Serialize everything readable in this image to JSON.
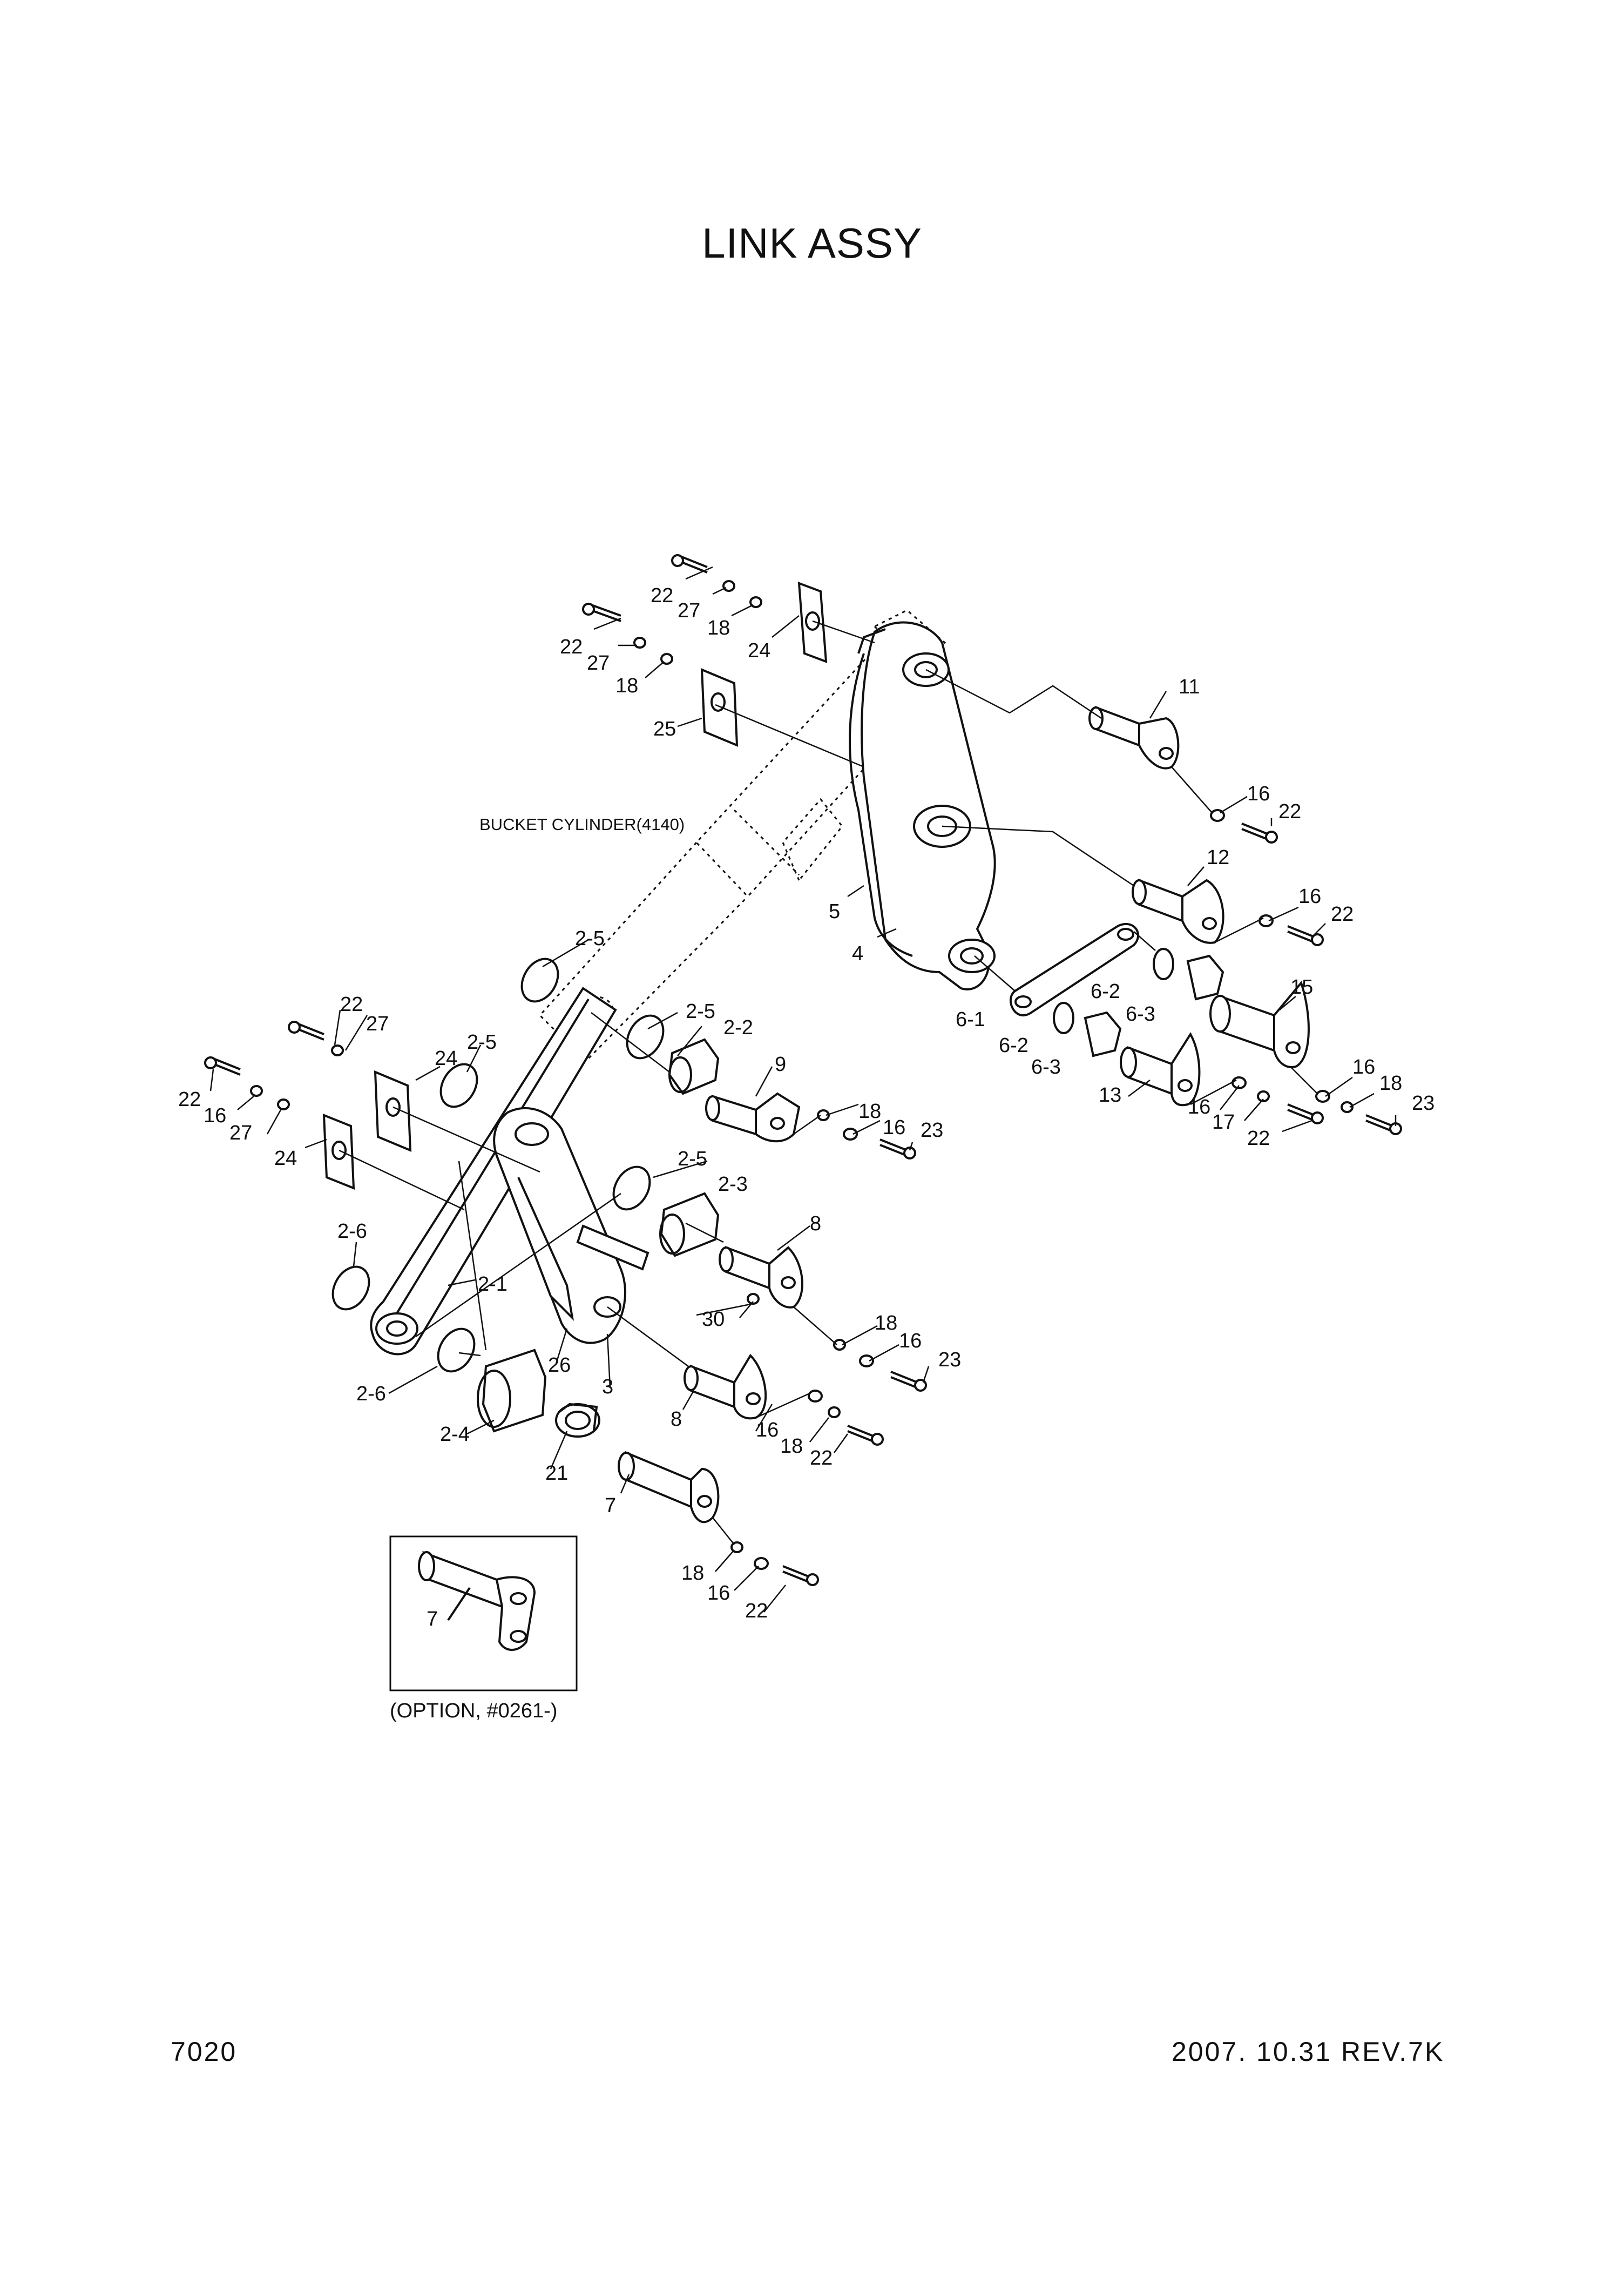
{
  "title": "LINK ASSY",
  "page_number": "7020",
  "date_rev": "2007. 10.31  REV.7K",
  "bucket_cylinder_note": "BUCKET CYLINDER(4140)",
  "option_caption": "(OPTION, #0261-)",
  "part_labels": {
    "bolt_22": "22",
    "washer_27": "27",
    "washer_18": "18",
    "plate_24": "24",
    "plate_25": "25",
    "pin_11": "11",
    "washer_16": "16",
    "pin_12": "12",
    "link_5": "5",
    "link_4": "4",
    "ring_2_5": "2-5",
    "link_6_1": "6-1",
    "ring_6_2": "6-2",
    "bush_6_3": "6-3",
    "pin_15": "15",
    "pin_13": "13",
    "washer_17": "17",
    "bolt_23": "23",
    "bush_2_2": "2-2",
    "pin_9": "9",
    "bush_2_3": "2-3",
    "pin_8": "8",
    "washer_30": "30",
    "ring_2_6": "2-6",
    "link_2_1": "2-1",
    "part_26": "26",
    "link_3": "3",
    "bush_2_4": "2-4",
    "seal_21": "21",
    "pin_7": "7"
  }
}
